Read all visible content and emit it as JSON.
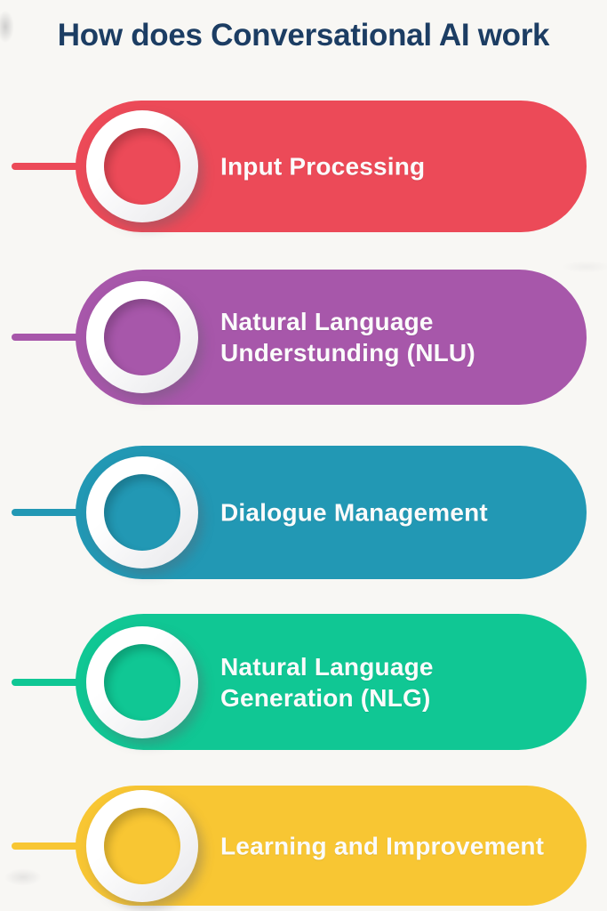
{
  "title": "How does Conversational AI work",
  "colors": {
    "background": "#f8f7f4",
    "title_text": "#1c3d63",
    "label_text": "#fbfbfb",
    "ring_white": "#ffffff"
  },
  "steps": [
    {
      "label": "Input Processing",
      "color": "#ec4a58",
      "icon": "ring-icon"
    },
    {
      "label": "Natural Language\nUnderstunding (NLU)",
      "color": "#a757aa",
      "icon": "ring-icon"
    },
    {
      "label": "Dialogue Management",
      "color": "#2298b4",
      "icon": "ring-icon"
    },
    {
      "label": "Natural Language\nGeneration (NLG)",
      "color": "#10c794",
      "icon": "ring-icon"
    },
    {
      "label": "Learning and Improvement",
      "color": "#f8c633",
      "icon": "ring-icon"
    }
  ]
}
